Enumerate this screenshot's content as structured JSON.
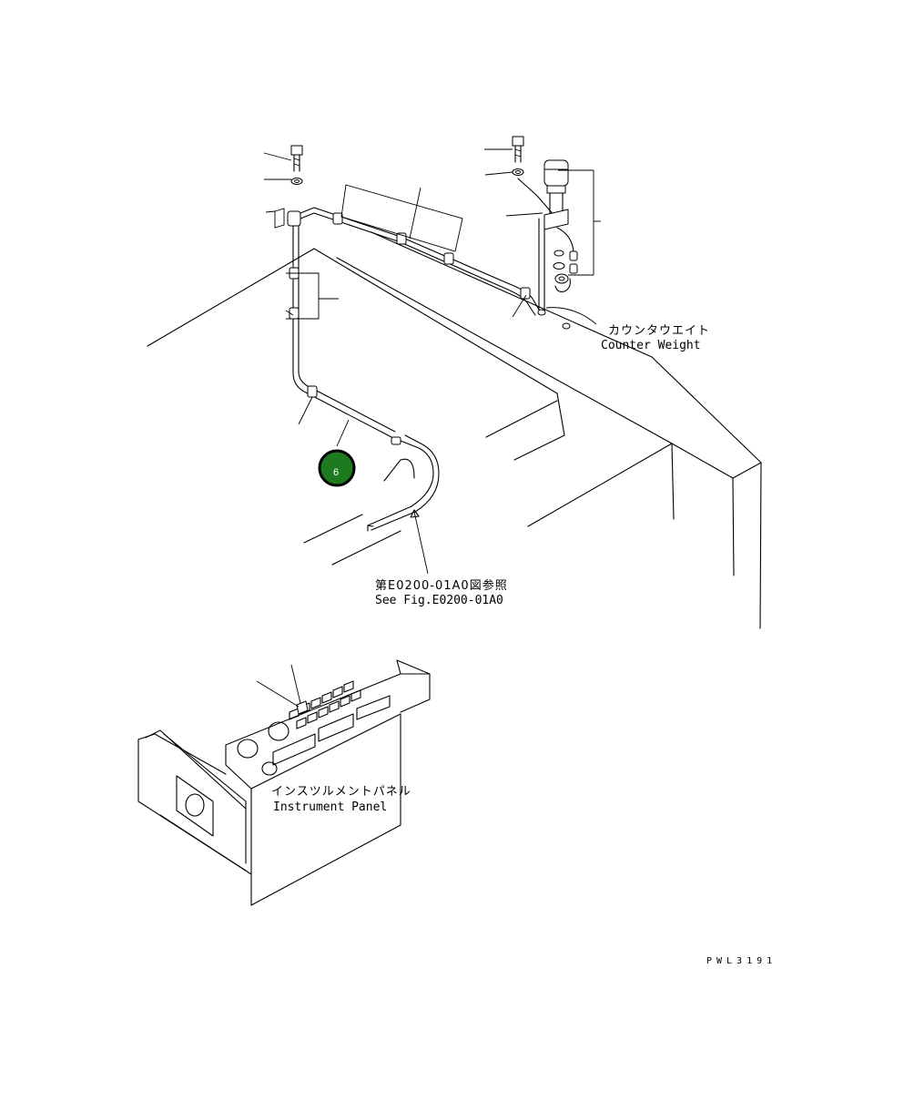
{
  "labels": {
    "counterweight_jp": "カウンタウエイト",
    "counterweight_en": "Counter Weight",
    "see_fig_jp": "第E0200-01A0図参照",
    "see_fig_en": "See Fig.E0200-01A0",
    "instrument_jp": "インスツルメントパネル",
    "instrument_en": "Instrument Panel",
    "drawing_code": "PWL3191"
  },
  "callout_badge": {
    "number": "6",
    "fill_color": "#1e7a1e",
    "ring_color": "#000000"
  }
}
